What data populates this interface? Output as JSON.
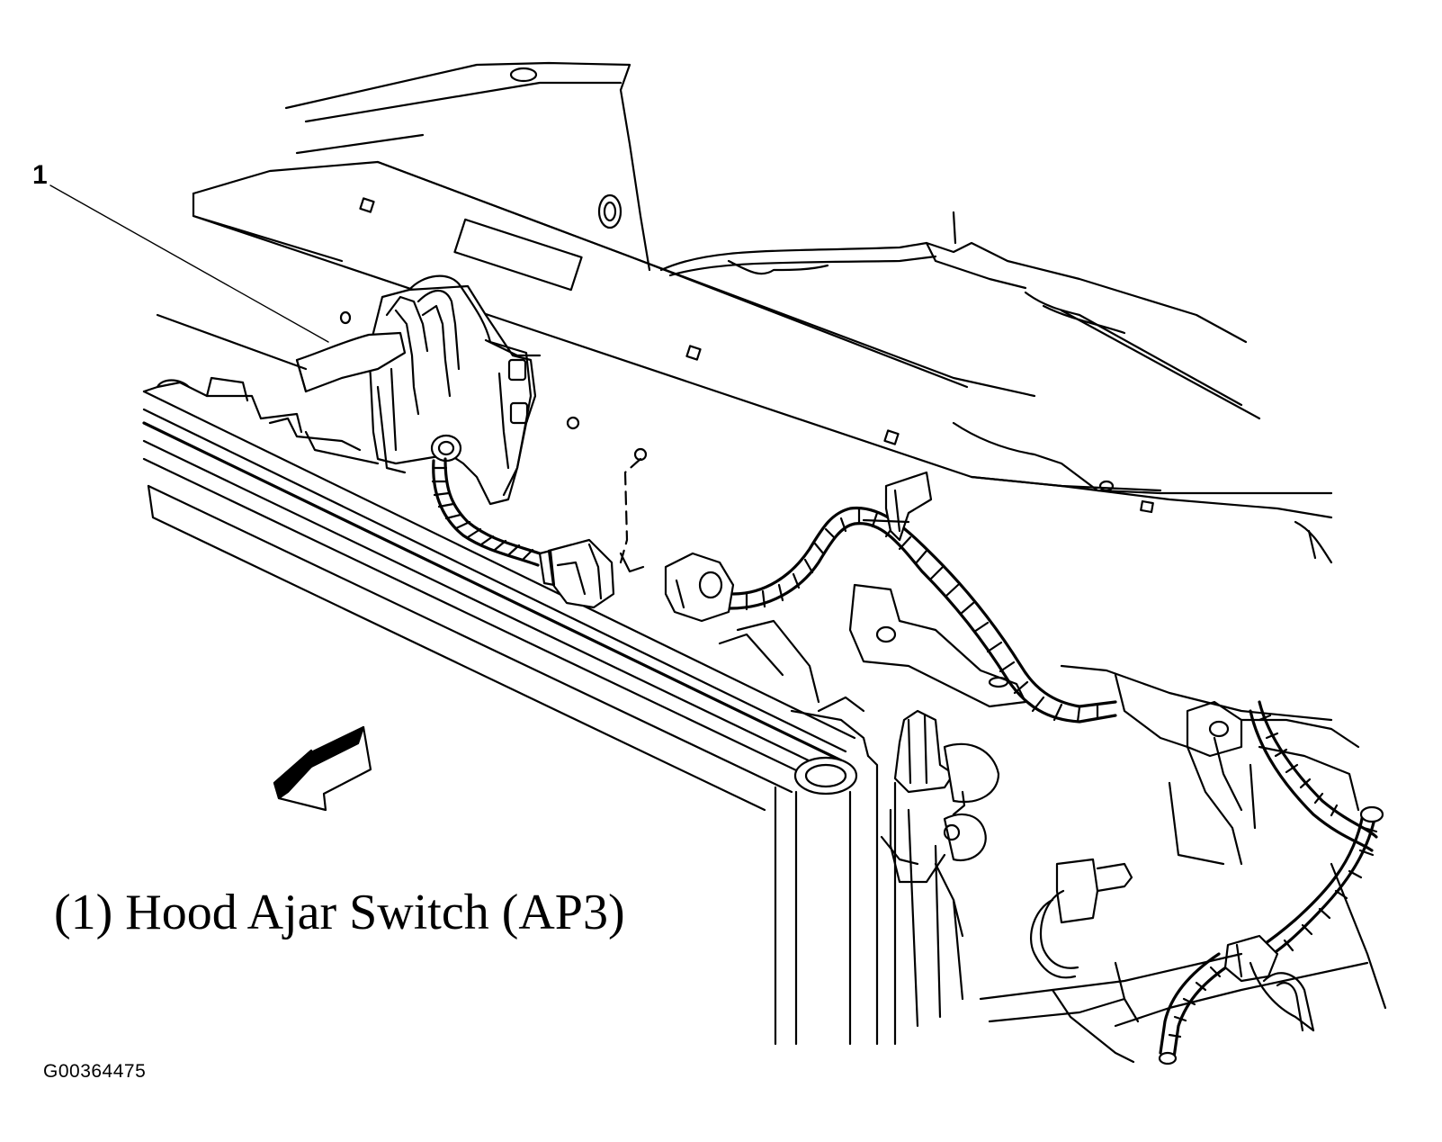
{
  "callout": {
    "number": "1"
  },
  "caption": {
    "text": "(1) Hood Ajar Switch (AP3)"
  },
  "figure_id": "G00364475",
  "colors": {
    "line": "#000000",
    "background": "#ffffff"
  },
  "icons": {
    "direction_arrow": "front-direction-arrow-icon"
  }
}
